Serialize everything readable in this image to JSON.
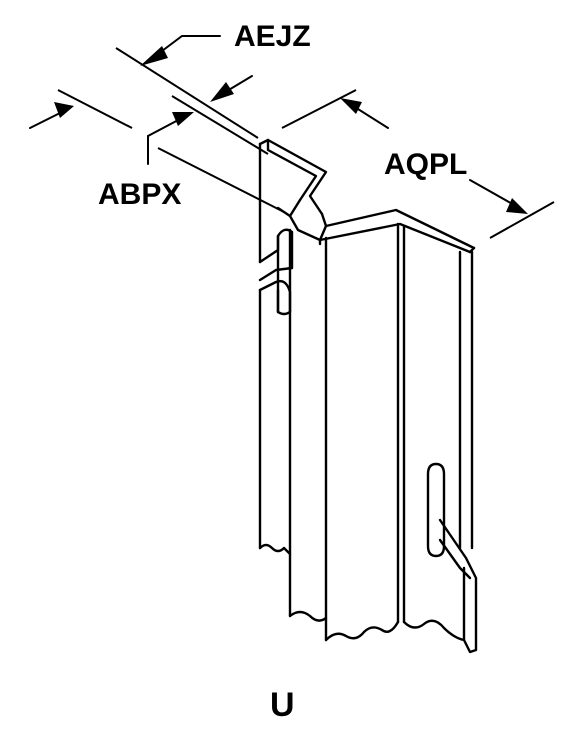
{
  "labels": {
    "aejz": "AEJZ",
    "abpx": "ABPX",
    "aqpl": "AQPL",
    "view": "U"
  },
  "colors": {
    "ink": "#000000",
    "paper": "#ffffff"
  }
}
